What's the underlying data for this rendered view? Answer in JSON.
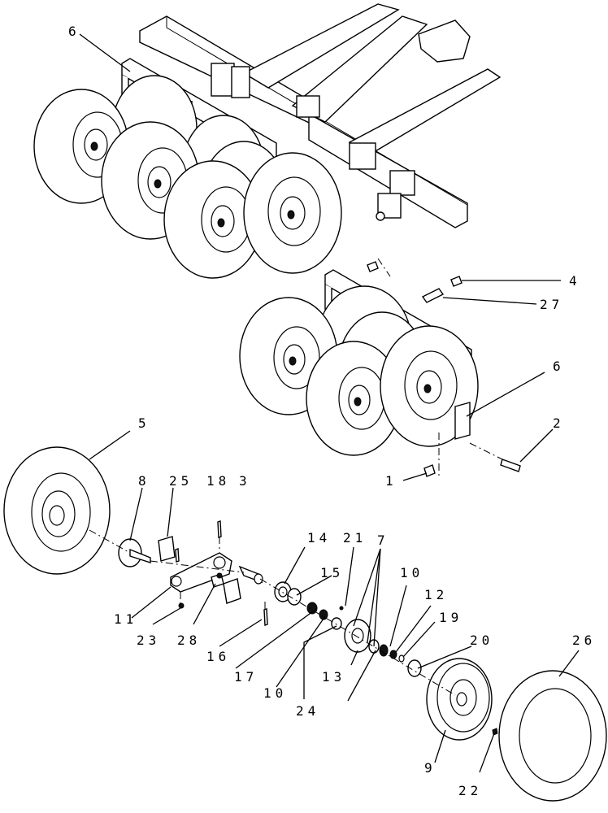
{
  "callouts": {
    "c6_top": "6",
    "c4": "4",
    "c27": "27",
    "c6_mid": "6",
    "c2": "2",
    "c1": "1",
    "c5": "5",
    "c8": "8",
    "c25": "25",
    "c18": "18",
    "c3": "3",
    "c14": "14",
    "c21": "21",
    "c7": "7",
    "c11": "11",
    "c15": "15",
    "c10_a": "10",
    "c12": "12",
    "c19": "19",
    "c23": "23",
    "c28": "28",
    "c20": "20",
    "c26": "26",
    "c16": "16",
    "c13": "13",
    "c17": "17",
    "c10_b": "10",
    "c24": "24",
    "c9": "9",
    "c22": "22"
  }
}
